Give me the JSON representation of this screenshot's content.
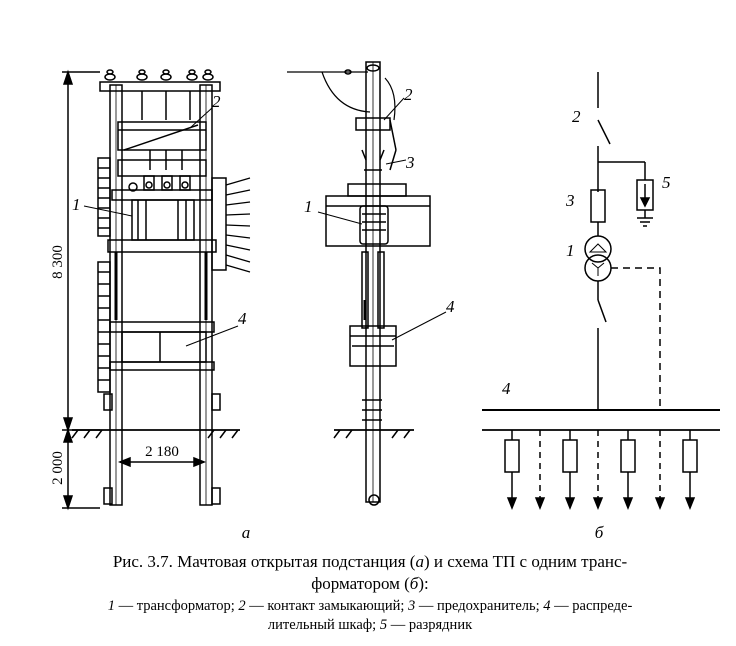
{
  "figure": {
    "dims": {
      "height_above": "8 300",
      "height_below": "2 000",
      "width": "2 180"
    },
    "labels": {
      "l1": "1",
      "l2": "2",
      "l3": "3",
      "l4": "4",
      "l5": "5"
    },
    "subfig_a": "а",
    "subfig_b": "б"
  },
  "caption": {
    "line1_prefix": "Рис. 3.7. Мачтовая открытая подстанция (",
    "line1_a": "а",
    "line1_mid": ") и схема ТП с одним транс-",
    "line2_prefix": "форматором (",
    "line2_b": "б",
    "line2_suffix": "):",
    "legend_line1": {
      "n1": "1",
      "t1": " — трансформатор; ",
      "n2": "2",
      "t2": " — контакт замыкающий; ",
      "n3": "3",
      "t3": " — предохранитель; ",
      "n4": "4",
      "t4": " — распреде-"
    },
    "legend_line2": {
      "t4b": "лительный шкаф; ",
      "n5": "5",
      "t5": " — разрядник"
    }
  }
}
